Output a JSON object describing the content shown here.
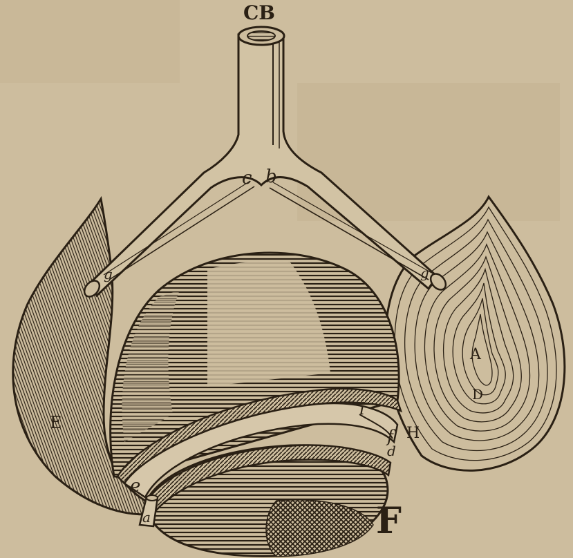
{
  "colors": {
    "paper": "#cdbd9e",
    "paper_dark": "#b8a684",
    "ink": "#2a2014",
    "ink_light": "#5a4a33"
  },
  "labels": {
    "top": "CB",
    "c": "c",
    "b": "b",
    "g_left": "g",
    "g_right": "g",
    "E": "E",
    "A": "A",
    "D": "D",
    "H": "H",
    "i": "i",
    "f": "f",
    "d": "d",
    "e": "e",
    "a": "a",
    "F": "F"
  }
}
